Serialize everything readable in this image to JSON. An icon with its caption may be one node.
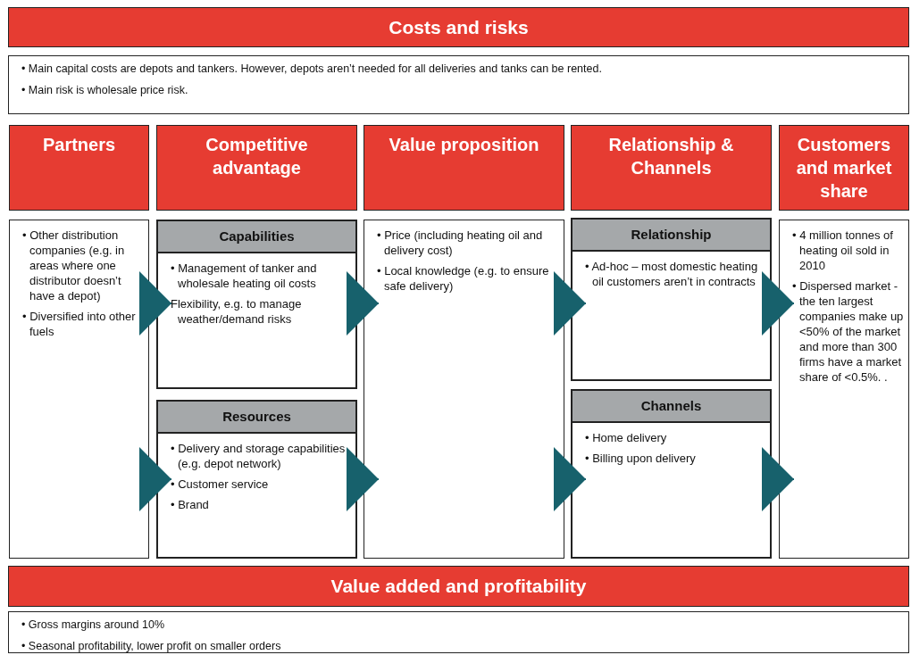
{
  "diagram": {
    "nodes": [
      {
        "text": [
          "Costs and risks"
        ]
      },
      {
        "text": [
          "• Main capital costs are depots and tankers. However, depots aren’t needed for all deliveries and tanks can be rented.",
          "• Main risk is wholesale price risk."
        ]
      },
      {
        "text": [
          "Partners"
        ]
      },
      {
        "text": [
          "Competitive advantage"
        ]
      },
      {
        "text": [
          "Value proposition"
        ]
      },
      {
        "text": [
          "Relationship & Channels"
        ]
      },
      {
        "text": [
          "Customers and market share"
        ]
      },
      {
        "text": [
          "• Other distribution companies (e.g. in areas where one distributor doesn’t have a depot)",
          "• Diversified into other fuels"
        ]
      },
      {
        "text": [
          "Capabilities",
          "• Management of tanker and wholesale heating oil costs",
          "Flexibility, e.g. to manage weather/demand risks"
        ]
      },
      {
        "text": [
          "Resources",
          "• Delivery and storage capabilities (e.g. depot network)",
          "• Customer service",
          "• Brand"
        ]
      },
      {
        "text": [
          "• Price (including heating oil and delivery cost)",
          "• Local knowledge (e.g. to ensure safe delivery)"
        ]
      },
      {
        "text": [
          "Relationship",
          "• Ad-hoc – most domestic heating oil customers aren’t in contracts"
        ]
      },
      {
        "text": [
          "Channels",
          "• Home delivery",
          "• Billing upon delivery"
        ]
      },
      {
        "text": [
          "• 4 million tonnes of heating oil sold in 2010",
          "• Dispersed market - the ten largest companies make up <50% of the market and more than 300 firms have a market share of <0.5%. ."
        ]
      },
      {
        "text": [
          "Value added and profitability"
        ]
      },
      {
        "text": [
          "• Gross margins around 10%",
          "• Seasonal profitability, lower profit on smaller orders"
        ]
      }
    ],
    "edges": [
      {
        "from": 7,
        "to": 8,
        "arrow": "to"
      },
      {
        "from": 7,
        "to": 9,
        "arrow": "to"
      },
      {
        "from": 8,
        "to": 10,
        "arrow": "to"
      },
      {
        "from": 9,
        "to": 10,
        "arrow": "to"
      },
      {
        "from": 10,
        "to": 11,
        "arrow": "to"
      },
      {
        "from": 10,
        "to": 12,
        "arrow": "to"
      },
      {
        "from": 11,
        "to": 13,
        "arrow": "to"
      },
      {
        "from": 12,
        "to": 13,
        "arrow": "to"
      }
    ]
  }
}
